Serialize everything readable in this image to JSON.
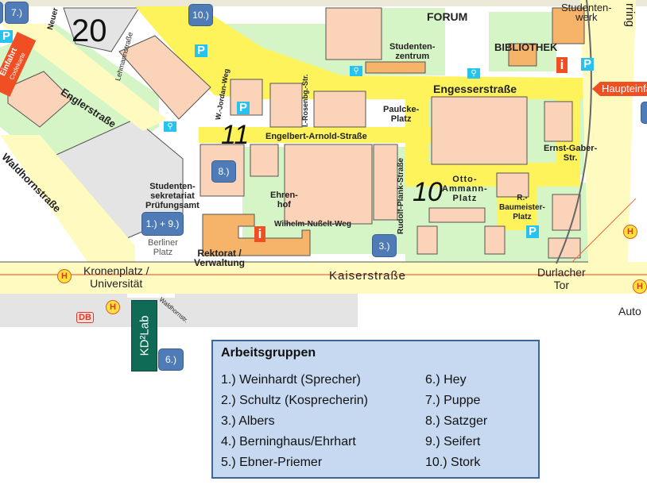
{
  "map": {
    "area_numbers": {
      "a20": "20",
      "a11": "11",
      "a10": "10"
    },
    "places": {
      "forum": "FORUM",
      "studentenzentrum": "Studenten-\nzentrum",
      "bibliothek": "BIBLIOTHEK",
      "studentenwerk": "Studenten-\nwerk",
      "paulcke": "Paulcke-\nPlatz",
      "otto": "Otto-\nAmmann-\nPlatz",
      "ernst": "Ernst-Gaber-\nStr.",
      "baumeister": "R.-\nBaumeister-\nPlatz",
      "sekretariat": "Studenten-\nsekretariat\nPrüfungsamt",
      "ehrenhof": "Ehren-\nhof",
      "berliner": "Berliner\nPlatz",
      "rektorat": "Rektorat /\nVerwaltung",
      "kronenplatz": "Kronenplatz /\nUniversität",
      "durlacher": "Durlacher\nTor",
      "auto": "Auto"
    },
    "streets": {
      "engesser": "Engesserstraße",
      "engelbert": "Engelbert-Arnold-Straße",
      "engler": "Englerstraße",
      "waldhorn": "Waldhornstraße",
      "lehmann": "Lehmannstraße",
      "neuer": "Neuer",
      "jordan": "W.-Jordan-Weg",
      "rosenberg": "I.-Rosenbg.-Str.",
      "plank": "Rudolf-Plank-Straße",
      "nusselt": "Wilhelm-Nußelt-Weg",
      "kaiser": "Kaiserstraße",
      "ring": "rring",
      "waldhornstr2": "Waldhornstr."
    },
    "entrances": {
      "haupt": "Haupteinfa",
      "einfahrt": "Einfahrt",
      "code": "Codekarte",
      "db": "DB"
    },
    "markers": {
      "m7": "7.)",
      "m10": "10.)",
      "m8": "8.)",
      "m19": "1.) + 9.)",
      "m3": "3.)",
      "m6": "6.)"
    },
    "icons": {
      "parking": "P",
      "info": "i",
      "stop": "H"
    },
    "kdlab": "KD²Lab"
  },
  "legend": {
    "title": "Arbeitsgruppen",
    "left": [
      "1.) Weinhardt (Sprecher)",
      "2.) Schultz (Kosprecherin)",
      "3.) Albers",
      "4.) Berninghaus/Ehrhart",
      "5.) Ebner-Priemer"
    ],
    "right": [
      "6.) Hey",
      "7.) Puppe",
      "8.) Satzger",
      "9.) Seifert",
      "10.) Stork"
    ]
  },
  "colors": {
    "marker": "#4f7cb7",
    "road": "#fff35c",
    "building": "#fbd3b8",
    "green": "#d6f5c6",
    "legend_bg": "#c6d9f0",
    "kdlab": "#0f6b55"
  }
}
